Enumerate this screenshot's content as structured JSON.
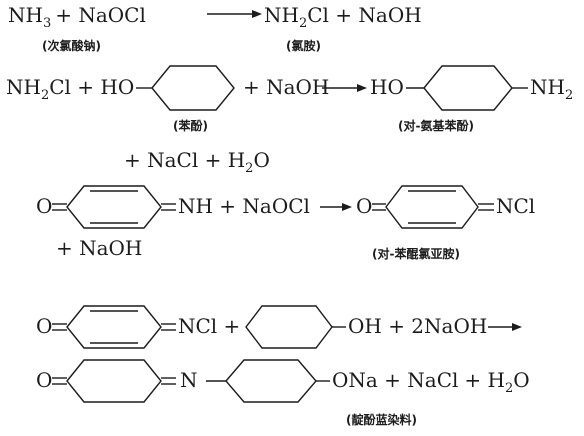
{
  "reactions": [
    {
      "equation": "NH₃ + NaOCl ⟶ NH₂Cl + NaOH",
      "labels": [
        "(次氯酸钠)",
        "(氯胺)"
      ]
    },
    {
      "equation": "NH₂Cl + HO—(C₆H₄) + NaOH ⟶ HO—(C₆H₄)—NH₂ + NaCl + H₂O",
      "labels": [
        "(苯酚)",
        "(对-氨基苯酚)"
      ]
    },
    {
      "equation": "O=(C₆H₄)=NH + NaOCl ⟶ O=(C₆H₄)=NCl + NaOH",
      "labels": [
        "(对-苯醌氯亚胺)"
      ]
    },
    {
      "equation": "O=(C₆H₄)=NCl + (C₆H₅)—OH + 2NaOH ⟶ O=(C₆H₄)=N—(C₆H₄)—ONa + NaCl + H₂O",
      "labels": [
        "(靛酚蓝染料)"
      ]
    }
  ],
  "text": {
    "r1_nh3": "NH",
    "r1_sub3": "3",
    "r1_plus1": "+ NaOCl",
    "r1_nh2cl": "NH",
    "r1_sub2": "2",
    "r1_cl": "Cl + NaOH",
    "r2_nh2cl": "NH",
    "r2_sub2": "2",
    "r2_clho": "Cl + HO",
    "r2_plus_naoh": "+ NaOH",
    "r2_ho": "HO",
    "r2_nh2": "NH",
    "r2_nh2_sub": "2",
    "r2_byproducts": "+ NaCl + H",
    "r2_sub_h2o": "2",
    "r2_o": "O",
    "r3_o": "O",
    "r3_nh": "NH + NaOCl",
    "r3_o2": "O",
    "r3_ncl": "NCl",
    "r3_naoh": "+ NaOH",
    "r4_o": "O",
    "r4_ncl": "NCl +",
    "r4_oh": "OH + 2NaOH",
    "r4_o2": "O",
    "r4_n": "N",
    "r4_ona": "ONa + NaCl",
    "r4_plus": "+ H",
    "r4_sub_h2o": "2",
    "r4_o3": "O"
  },
  "captions": {
    "sodium_hypochlorite": "(次氯酸钠)",
    "chloramine": "(氯胺)",
    "phenol": "(苯酚)",
    "p_aminophenol": "(对-氨基苯酚)",
    "quinone_chlorimine": "(对-苯醌氯亚胺)",
    "indophenol_blue": "(靛酚蓝染料)"
  }
}
